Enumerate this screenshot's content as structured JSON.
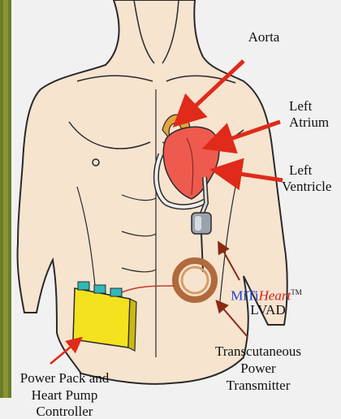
{
  "labels": {
    "aorta": "Aorta",
    "left_atrium_1": "Left",
    "left_atrium_2": "Atrium",
    "left_ventricle_1": "Left",
    "left_ventricle_2": "Ventricle",
    "miti_prefix": "MiTi",
    "miti_heart": "Heart",
    "miti_tm": "TM",
    "lvad": "LVAD",
    "transcutaneous_1": "Transcutaneous",
    "transcutaneous_2": "Power",
    "transcutaneous_3": "Transmitter",
    "power_pack_1": "Power Pack and",
    "power_pack_2": "Heart Pump",
    "power_pack_3": "Controller"
  },
  "colors": {
    "background": "#f1f1f1",
    "skin": "#f6e4cf",
    "outline": "#2a2a2a",
    "arrow": "#e02a1a",
    "heart": "#ef5a4e",
    "battery": "#f4e21f",
    "battery_caps": "#2fb8b8",
    "coil": "#b06a3c",
    "pump": "#9aa3ad",
    "brown_arrow": "#8a2a12",
    "left_border_photo": "#6a7d2a",
    "miti_blue": "#1a3fd1",
    "miti_red": "#d32020"
  }
}
